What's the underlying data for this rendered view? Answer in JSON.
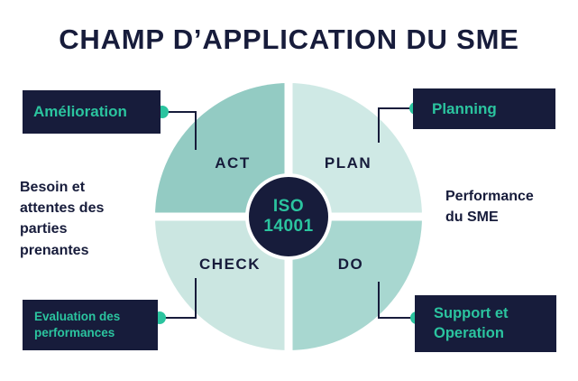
{
  "title": "CHAMP D’APPLICATION DU SME",
  "colors": {
    "navy": "#171c3b",
    "teal": "#2bc49f",
    "quad_act": "#93cbc3",
    "quad_plan": "#cfe9e5",
    "quad_check": "#cbe6e1",
    "quad_do": "#a8d7d0",
    "background": "#ffffff"
  },
  "cycle": {
    "act": "ACT",
    "plan": "PLAN",
    "check": "CHECK",
    "do": "DO",
    "center_line1": "ISO",
    "center_line2": "14001"
  },
  "callouts": {
    "amelioration": {
      "label": "Amélioration"
    },
    "planning": {
      "label": "Planning"
    },
    "evaluation": {
      "line1": "Evaluation des",
      "line2": "performances"
    },
    "support": {
      "line1": "Support et",
      "line2": "Operation"
    }
  },
  "annotations": {
    "left": {
      "line1": "Besoin et",
      "line2": "attentes des",
      "line3": "parties",
      "line4": "prenantes"
    },
    "right": {
      "line1": "Performance",
      "line2": "du SME"
    }
  }
}
